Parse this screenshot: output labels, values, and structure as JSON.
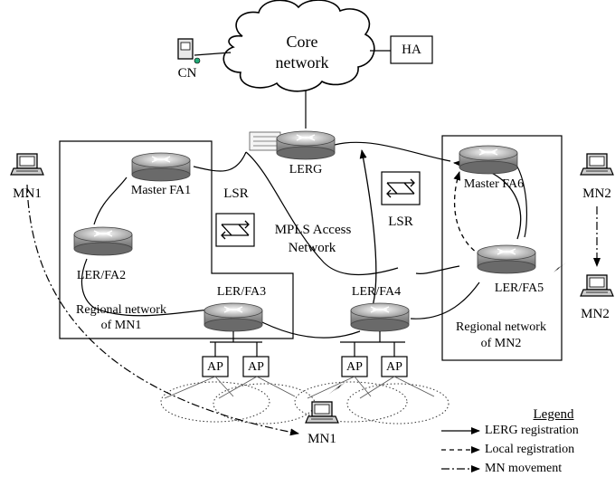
{
  "cloud": {
    "line1": "Core",
    "line2": "network"
  },
  "nodes": {
    "cn": "CN",
    "ha": "HA",
    "lerg": "LERG",
    "lsr_left": "LSR",
    "lsr_right": "LSR",
    "master_fa1": "Master FA1",
    "ler_fa2": "LER/FA2",
    "ler_fa3": "LER/FA3",
    "ler_fa4": "LER/FA4",
    "master_fa6": "Master FA6",
    "ler_fa5": "LER/FA5",
    "ap": "AP"
  },
  "mpls": {
    "line1": "MPLS Access",
    "line2": "Network"
  },
  "regions": {
    "mn1": {
      "line1": "Regional network",
      "line2": "of MN1"
    },
    "mn2": {
      "line1": "Regional network",
      "line2": "of MN2"
    }
  },
  "mobile_nodes": {
    "mn1_left": "MN1",
    "mn1_bottom": "MN1",
    "mn2_top": "MN2",
    "mn2_bottom": "MN2"
  },
  "legend": {
    "title": "Legend",
    "items": [
      "LERG registration",
      "Local registration",
      "MN movement"
    ]
  }
}
